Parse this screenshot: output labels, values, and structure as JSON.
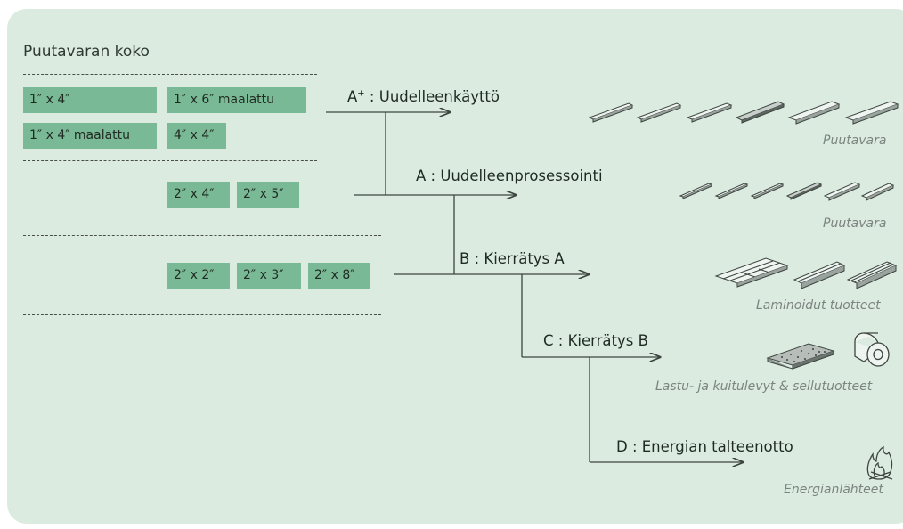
{
  "title": "Puutavaran koko",
  "sizes": {
    "s1x4": "1″ x 4″",
    "s1x6p": "1″ x 6″ maalattu",
    "s1x4p": "1″ x 4″ maalattu",
    "s4x4": "4″ x 4″",
    "s2x4": "2″ x 4″",
    "s2x5": "2″ x 5″",
    "s2x2": "2″ x 2″",
    "s2x3": "2″ x 3″",
    "s2x8": "2″ x 8″"
  },
  "routes": {
    "aplus_prefix": "A",
    "aplus_sup": "+",
    "aplus_rest": " : Uudelleenkäyttö",
    "a": "A : Uudelleenprosessointi",
    "b": "B : Kierrätys A",
    "c": "C : Kierrätys B",
    "d": "D : Energian talteenotto"
  },
  "captions": {
    "aplus": "Puutavara",
    "a": "Puutavara",
    "b": "Laminoidut tuotteet",
    "c": "Lastu- ja kuitulevyt & sellutuotteet",
    "d": "Energianlähteet"
  },
  "icons": [
    "lumber-icon",
    "small-lumber-icon",
    "laminated-products-icon",
    "particle-board-icon",
    "paper-roll-icon",
    "fire-icon"
  ],
  "colors": {
    "panel": "#dbebe0",
    "tag": "#7ab995",
    "line": "#3d4540"
  }
}
